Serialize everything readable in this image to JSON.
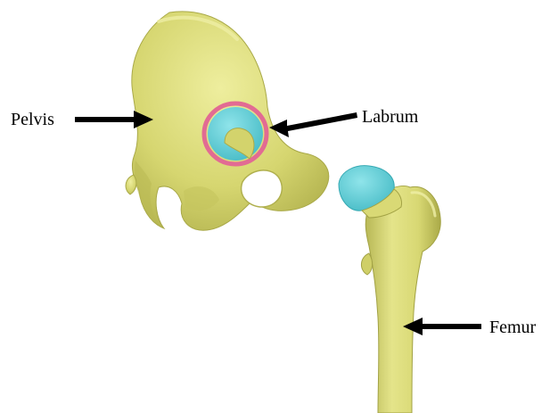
{
  "labels": {
    "pelvis": "Pelvis",
    "labrum": "Labrum",
    "femur": "Femur"
  },
  "colors": {
    "bone": "#d8d873",
    "bone_shadow": "#b4b452",
    "bone_highlight": "#ecec9c",
    "cartilage": "#5fcfd6",
    "labrum_ring": "#e26b93",
    "arrow": "#000000",
    "background": "#ffffff"
  }
}
